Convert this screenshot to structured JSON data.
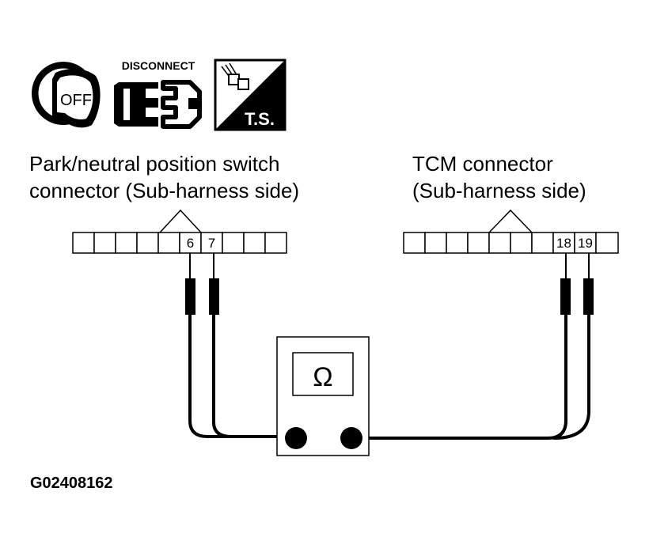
{
  "icons": {
    "ignition": {
      "name": "ignition-key-off-icon",
      "label": "OFF"
    },
    "disconnect": {
      "name": "disconnect-connector-icon",
      "label": "DISCONNECT"
    },
    "test_support": {
      "name": "test-support-icon",
      "label": "T.S."
    }
  },
  "pnp_connector": {
    "caption_line1": "Park/neutral position switch",
    "caption_line2": "connector (Sub-harness side)",
    "pin_a": "6",
    "pin_b": "7"
  },
  "tcm_connector": {
    "caption_line1": "TCM connector",
    "caption_line2": "(Sub-harness side)",
    "pin_a": "18",
    "pin_b": "19"
  },
  "meter": {
    "symbol": "Ω"
  },
  "figure_id": "G02408162"
}
